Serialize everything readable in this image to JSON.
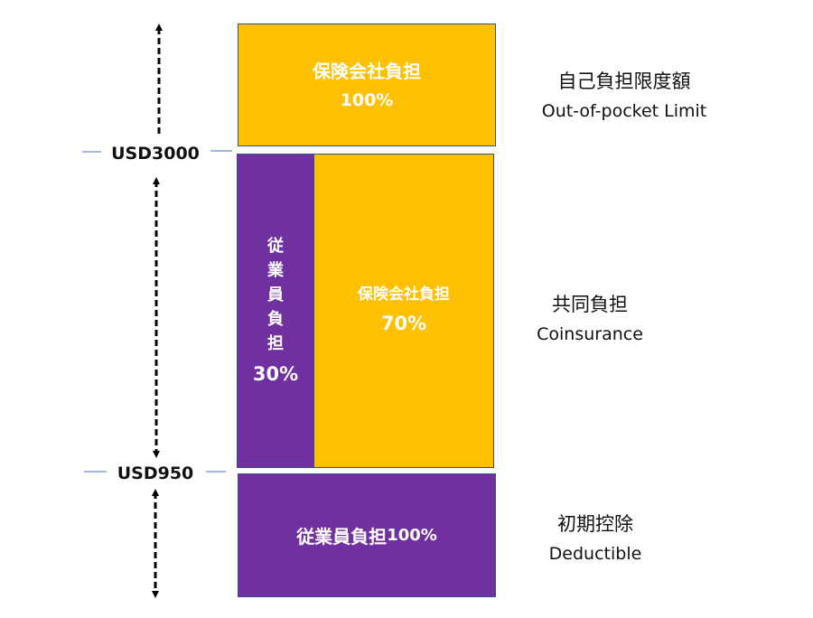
{
  "levels": {
    "upper": "USD3000",
    "lower": "USD950"
  },
  "tiers": {
    "oop": {
      "box_label": "保険会社負担",
      "box_pct": "100%",
      "title_ja": "自己負担限度額",
      "title_en": "Out-of-pocket Limit"
    },
    "coins": {
      "employee_label": [
        "従",
        "業",
        "員",
        "負",
        "担"
      ],
      "employee_pct": "30%",
      "insurer_label": "保険会社負担",
      "insurer_pct": "70%",
      "title_ja": "共同負担",
      "title_en": "Coinsurance"
    },
    "deductible": {
      "box_label": "従業員負担",
      "box_pct": "100%",
      "title_ja": "初期控除",
      "title_en": "Deductible"
    }
  },
  "colors": {
    "insurer": "#FFC000",
    "employee": "#7030A0",
    "border": "#2F528F",
    "level_line": "#4472C4"
  }
}
